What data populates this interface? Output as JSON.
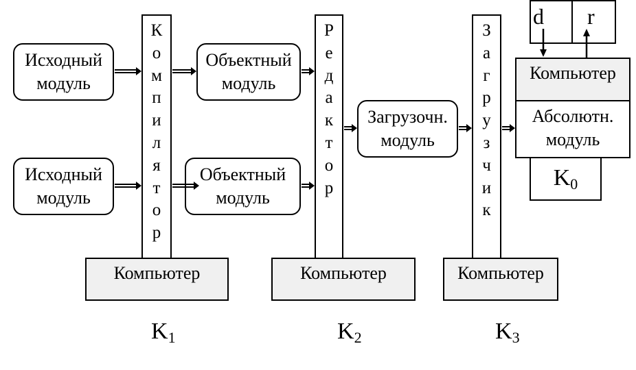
{
  "source_modules": [
    "Исходный\nмодуль",
    "Исходный\nмодуль"
  ],
  "object_modules": [
    "Объектный\nмодуль",
    "Объектный\nмодуль"
  ],
  "load_module": "Загрузочн.\nмодуль",
  "compiler": "Компилятор",
  "linker": "Редактор",
  "loader": "Загрузчик",
  "computer_label": "Компьютер",
  "absolute_module": "Абсолютн.\nмодуль",
  "registers": {
    "d": "d",
    "r": "r"
  },
  "k_labels": [
    {
      "base": "K",
      "sub": "1"
    },
    {
      "base": "K",
      "sub": "2"
    },
    {
      "base": "K",
      "sub": "3"
    },
    {
      "base": "K",
      "sub": "0"
    }
  ]
}
